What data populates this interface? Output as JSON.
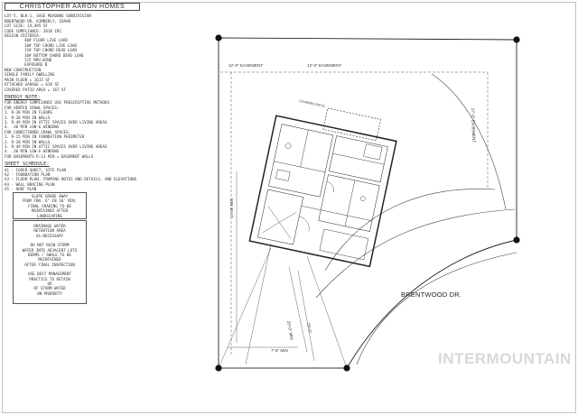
{
  "title_block": {
    "company": "CHRISTOPHER AARON HOMES",
    "lot_lines": [
      "LOT-5, BLK-1, SAGE MEADOWS SUBDIVISION",
      "BRENTWOOD DR, KIMBERLY, IDAHO",
      "LOT SIZE: 14,485 SF",
      "CODE COMPLIANCE: 2018 IRC",
      "DESIGN CRITERIA:"
    ],
    "criteria_lines": [
      "40# FLOOR LIVE LOAD",
      "10# TOP CHORD LIVE LOAD",
      "15# TOP CHORD DEAD LOAD",
      "10# BOTTOM CHORD DEAD LOAD",
      "115 MPH WIND",
      "EXPOSURE B"
    ],
    "construction_lines": [
      "NEW CONSTRUCTION",
      "SINGLE FAMILY DWELLING",
      "MAIN FLOOR = 1615 SF",
      "ATTACHED GARAGE = 618 SF",
      "COVERED PATIO AREA = 167 SF"
    ],
    "energy_heading": "ENERGY NOTE:",
    "energy_lines": [
      "FOR ENERGY COMPLIANCE USE PRESCRIPTIVE METHODS",
      "FOR VENTED CRAWL SPACES:",
      "1. R-38 MIN IN FLOORS",
      "2. R-20 MIN IN WALLS",
      "3. R-49 MIN IN ATTIC SPACES OVER LIVING AREAS",
      "4. .30 MIN LOW-E WINDOWS",
      "FOR CONDITIONED CRAWL SPACES:",
      "1. R-15 MIN IN FOUNDATION PERIMETER",
      "2. R-20 MIN IN WALLS",
      "3. R-49 MIN IN ATTIC SPACES OVER LIVING AREAS",
      "4. .30 MIN LOW-E WINDOWS",
      "FOR BASEMENTS R-13 MIN = BASEMENT WALLS"
    ],
    "sheet_heading": "SHEET SCHEDULE:",
    "sheet_lines": [
      "A1 - COVER SHEET, SITE PLAN",
      "A2 - FOUNDATION PLAN",
      "A3 - FLOOR PLAN, FRAMING NOTES AND DETAILS, AND ELEVATIONS",
      "A4 - WALL BRACING PLAN",
      "A5 - ROOF PLAN"
    ]
  },
  "slope_note": [
    "SLOPE GRADE AWAY",
    "FROM FDN. 6\" IN 10' MIN.",
    "FINAL GRADING TO BE",
    "MAINTAINED AFTER",
    "LANDSCAPING"
  ],
  "drainage_note": {
    "block1": [
      "DRAINAGE WATER",
      "RETENTION AREA",
      "AS NECESSARY"
    ],
    "block2": [
      "DO NOT RAIN STORM",
      "WATER INTO ADJACENT LOTS",
      "BERMS / SWALE TO BE",
      "MAINTAINED",
      "AFTER FINAL INSPECTION"
    ],
    "block3": [
      "USE BEST MANAGEMENT",
      "PRACTICE TO RETAIN",
      "OR",
      "OF STORM WATER",
      "ON PROPERTY"
    ]
  },
  "plan_labels": {
    "easement_top_left": "12'-0\" EASEMENT",
    "easement_top_right": "12'-0\" EASEMENT",
    "easement_right": "27'-0\" EASEMENT",
    "setback_left": "MIN 15'-0\"",
    "setback_front_1": "20'-0\" MIN",
    "setback_front_2": "15'-0\"",
    "setback_bottom": "7'-6\" MIN",
    "patio": "COVERED PATIO"
  },
  "street_name": "BRENTWOOD DR.",
  "watermark": "INTERMOUNTAIN"
}
